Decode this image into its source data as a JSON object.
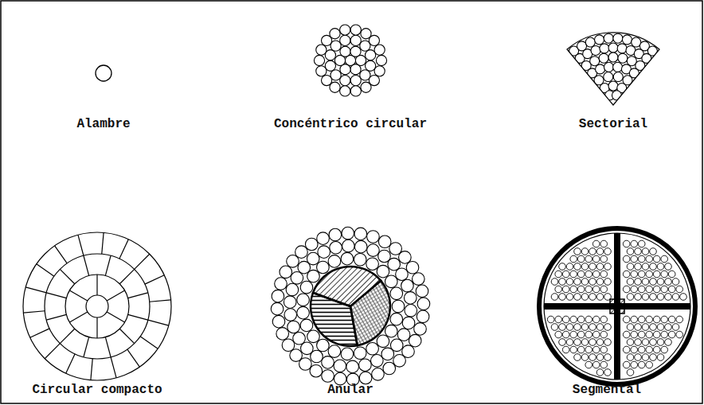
{
  "diagram": {
    "labels": [
      "Alambre",
      "Concéntrico circular",
      "Sectorial",
      "Circular compacto",
      "Anular",
      "Segmental"
    ]
  }
}
